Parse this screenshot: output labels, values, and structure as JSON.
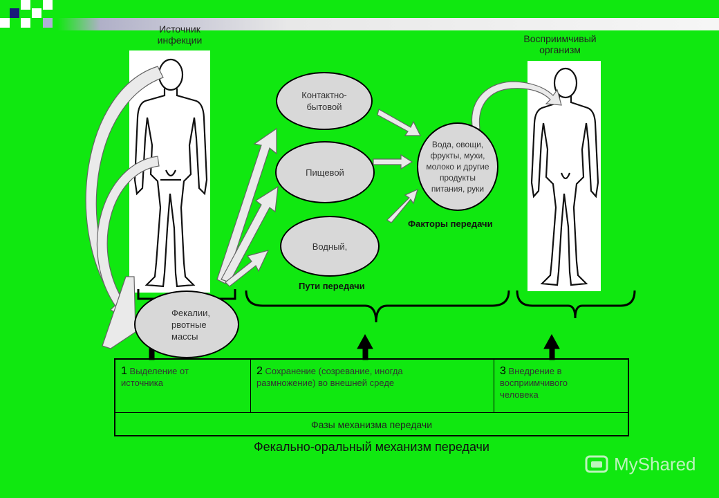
{
  "source_label": "Источник\nинфекции",
  "target_label": "Восприимчивый\nорганизм",
  "routes": {
    "contact": "Контактно-\nбытовой",
    "food": "Пищевой",
    "water": "Водный,"
  },
  "factors_text": "Вода, овощи,\nфрукты, мухи,\nмолоко и другие\nпродукты\nпитания, руки",
  "excreta_text": "Фекалии,\nрвотные\nмассы",
  "factors_label": "Факторы передачи",
  "routes_label": "Пути передачи",
  "phases": [
    {
      "num": "1",
      "text": " Выделение от\nисточника"
    },
    {
      "num": "2",
      "text": " Сохранение (созревание, иногда\nразмножение) во внешней среде"
    },
    {
      "num": "3",
      "text": " Внедрение в\nвосприимчивого\nчеловека"
    }
  ],
  "phases_label": "Фазы механизма передачи",
  "caption": "Фекально-оральный механизм передачи",
  "watermark": "MyShared"
}
